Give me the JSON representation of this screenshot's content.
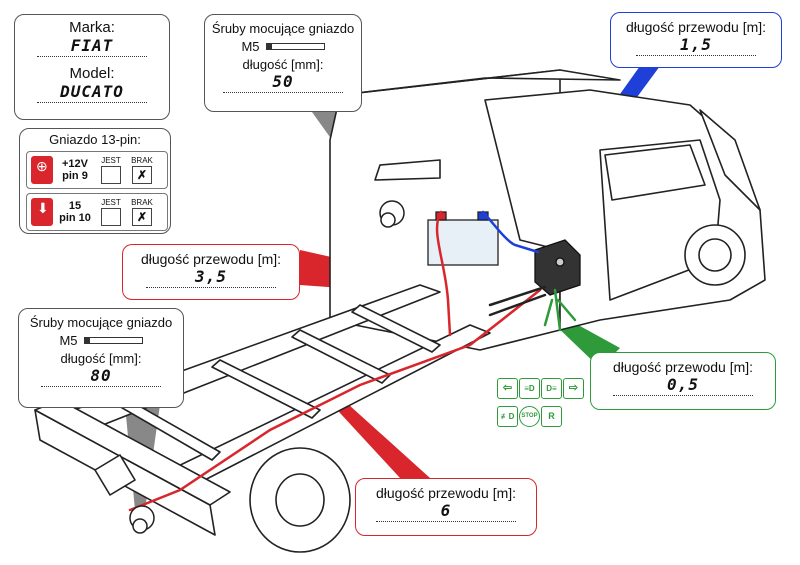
{
  "colors": {
    "red_wire": "#d8262c",
    "blue_wire": "#1e3fd8",
    "green_wire": "#2f9a3a",
    "outline": "#222222"
  },
  "vehicle": {
    "brand_label": "Marka:",
    "brand_value": "FIAT",
    "model_label": "Model:",
    "model_value": "DUCATO"
  },
  "socket": {
    "title": "Gniazdo 13-pin:",
    "yes_label": "JEST",
    "no_label": "BRAK",
    "pins": [
      {
        "icon": "plus-icon",
        "line1": "+12V",
        "line2": "pin 9",
        "checked": "BRAK"
      },
      {
        "icon": "arrow-down-icon",
        "line1": "15",
        "line2": "pin 10",
        "checked": "BRAK"
      }
    ],
    "check_mark": "✗"
  },
  "screws_top": {
    "title": "Śruby mocujące gniazdo",
    "size": "M5",
    "length_label": "długość [mm]:",
    "length_value": "50"
  },
  "screws_bottom": {
    "title": "Śruby mocujące gniazdo",
    "size": "M5",
    "length_label": "długość [mm]:",
    "length_value": "80"
  },
  "wires": {
    "label": "długość przewodu [m]:",
    "blue_value": "1,5",
    "red_cab_value": "3,5",
    "green_value": "0,5",
    "red_rear_value": "6"
  },
  "lamp_icons": [
    "arrow-left-icon",
    "headlight-icon",
    "parking-light-icon",
    "arrow-right-icon",
    "fog-light-icon",
    "stop-light-icon",
    "reverse-light-icon"
  ],
  "lamp_glyphs": [
    "⇦",
    "≡D",
    "D≡",
    "⇨",
    "≢D",
    "STOP",
    "R"
  ]
}
